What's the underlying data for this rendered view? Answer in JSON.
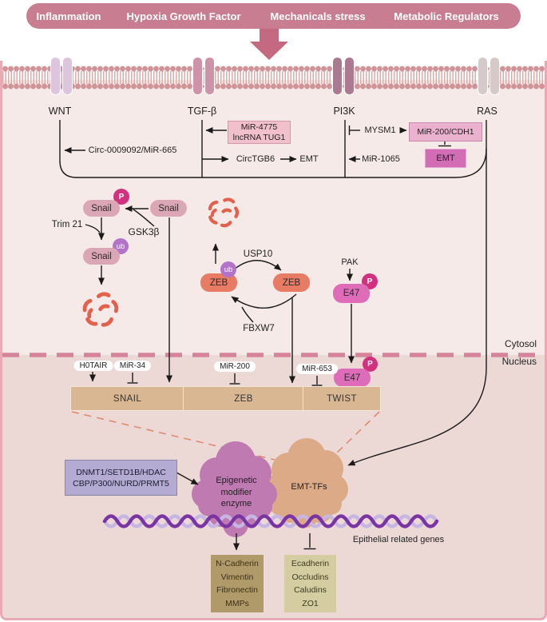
{
  "banner": {
    "items": [
      "Inflammation",
      "Hypoxia Growth Factor",
      "Mechanicals stress",
      "Metabolic Regulators"
    ]
  },
  "receptors": {
    "wnt": "WNT",
    "tgfb": "TGF-β",
    "pi3k": "PI3K",
    "ras": "RAS"
  },
  "pathways": {
    "circ0009092": "Circ-0009092/MiR-665",
    "mir4775": "MiR-4775",
    "lncrna_tug1": "lncRNA TUG1",
    "circtgb6": "CircTGB6",
    "emt_a": "EMT",
    "mysm1": "MYSM1",
    "mir200_cdh1": "MiR-200/CDH1",
    "emt_b": "EMT",
    "mir1065": "MiR-1065"
  },
  "snail": {
    "pill": "Snail",
    "phospho": "P",
    "ubiquitin": "ub",
    "trim21": "Trim 21",
    "gsk3b": "GSK3β"
  },
  "zeb": {
    "pill": "ZEB",
    "ubiquitin": "ub",
    "usp10": "USP10",
    "fbxw7": "FBXW7"
  },
  "twist": {
    "pak": "PAK",
    "e47": "E47",
    "phospho": "P"
  },
  "compartments": {
    "cytosol": "Cytosol",
    "nucleus": "Nucleus"
  },
  "nuclear_regulators": {
    "hotair": "H0TAIR",
    "mir34": "MiR-34",
    "mir200": "MiR-200",
    "mir653": "MiR-653"
  },
  "gene_boxes": {
    "snail": "SNAIL",
    "zeb": "ZEB",
    "twist": "TWIST"
  },
  "epigenetic": {
    "box_line1": "DNMT1/SETD1B/HDAC",
    "box_line2": "CBP/P300/NURD/PRMT5",
    "blob_line1": "Epigenetic",
    "blob_line2": "modifier",
    "blob_line3": "enzyme",
    "emt_tfs": "EMT-TFs"
  },
  "dna_label": "Epithelial related genes",
  "mesenchymal_genes": [
    "N-Cadherin",
    "Vimentin",
    "Fibronectin",
    "MMPs"
  ],
  "epithelial_genes": [
    "Ecadherin",
    "Occludins",
    "Caludins",
    "ZO1"
  ],
  "colors": {
    "banner": "#c97d90",
    "big_arrow": "#c4697f",
    "membrane": "#cf9398",
    "cytosol_bg": "#f5eae7",
    "nucleus_bg": "#ecd9d6",
    "divider": "#d6849b",
    "snail_pill": "#dba7b7",
    "zeb_pill": "#e87b63",
    "e47_pill": "#df6cb8",
    "phospho": "#d2317e",
    "ubiquitin": "#b273c8",
    "gene_box": "#d9b793",
    "dna_dark": "#7b35a3",
    "dna_light": "#c5b6e2",
    "blob_epigenetic": "#c07ab2",
    "blob_emt_tfs": "#dcaa86",
    "mesenchymal_box": "#b19a6a",
    "epithelial_box": "#d5cda2"
  }
}
